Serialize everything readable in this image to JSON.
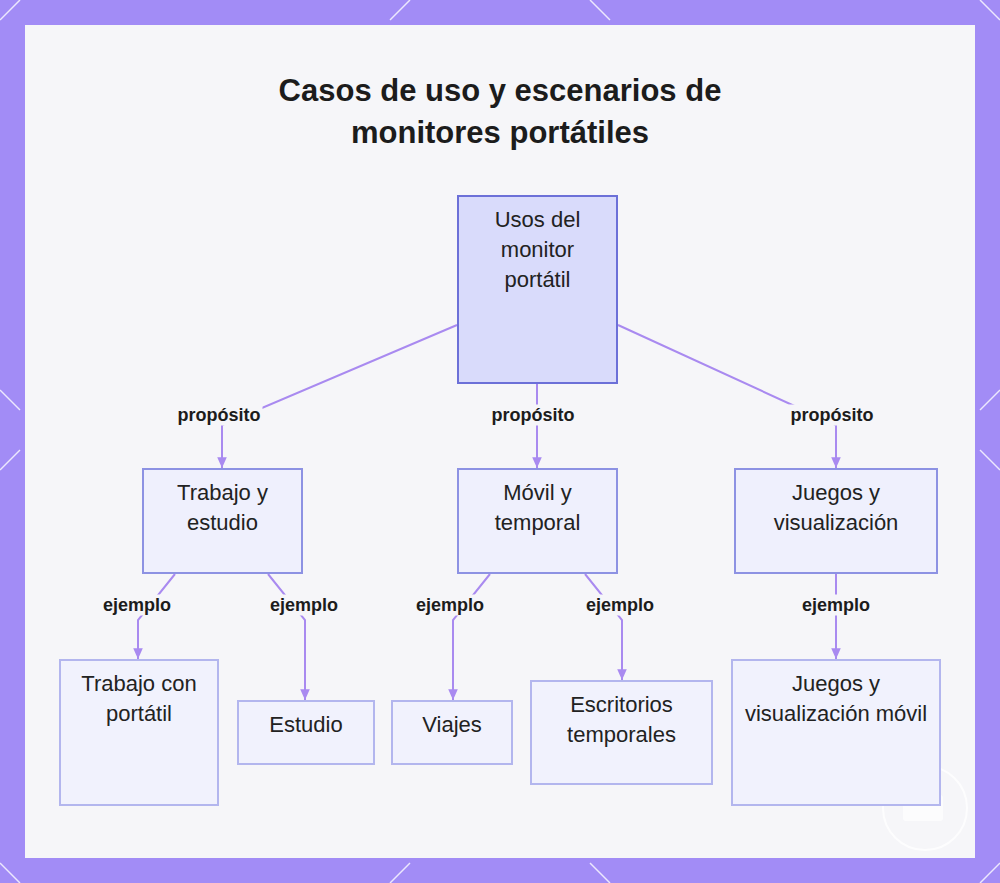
{
  "diagram": {
    "title": "Casos de uso y escenarios de monitores portátiles",
    "nodes": [
      {
        "text": [
          "Usos del monitor portátil"
        ]
      },
      {
        "text": [
          "Trabajo y estudio"
        ]
      },
      {
        "text": [
          "Móvil y temporal"
        ]
      },
      {
        "text": [
          "Juegos y visualización"
        ]
      },
      {
        "text": [
          "Trabajo con portátil"
        ]
      },
      {
        "text": [
          "Estudio"
        ]
      },
      {
        "text": [
          "Viajes"
        ]
      },
      {
        "text": [
          "Escritorios temporales"
        ]
      },
      {
        "text": [
          "Juegos y visualización móvil"
        ]
      }
    ],
    "edges": [
      {
        "from": 0,
        "to": 1,
        "label": "propósito",
        "arrow": "to"
      },
      {
        "from": 0,
        "to": 2,
        "label": "propósito",
        "arrow": "to"
      },
      {
        "from": 0,
        "to": 3,
        "label": "propósito",
        "arrow": "to"
      },
      {
        "from": 1,
        "to": 4,
        "label": "ejemplo",
        "arrow": "to"
      },
      {
        "from": 1,
        "to": 5,
        "label": "ejemplo",
        "arrow": "to"
      },
      {
        "from": 2,
        "to": 6,
        "label": "ejemplo",
        "arrow": "to"
      },
      {
        "from": 2,
        "to": 7,
        "label": "ejemplo",
        "arrow": "to"
      },
      {
        "from": 3,
        "to": 8,
        "label": "ejemplo",
        "arrow": "to"
      }
    ]
  }
}
